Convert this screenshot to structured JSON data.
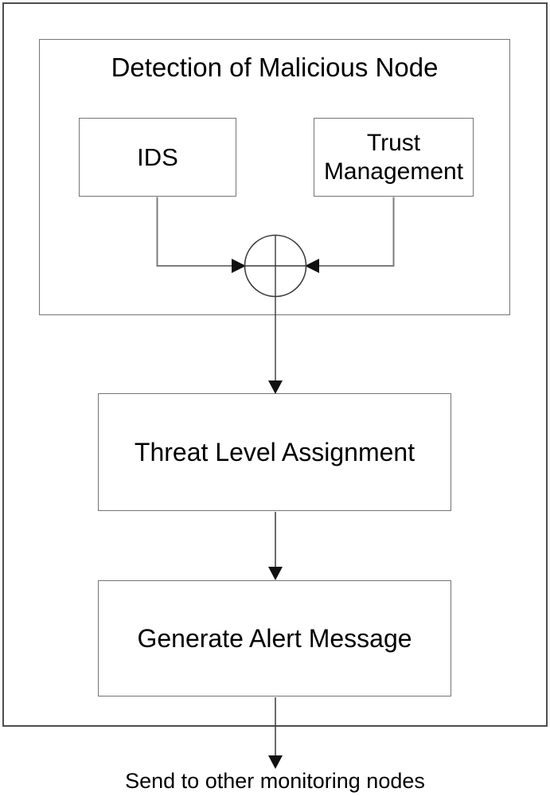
{
  "diagram": {
    "title": "Detection of Malicious Node",
    "nodes": {
      "ids": {
        "label": "IDS"
      },
      "trust": {
        "label": "Trust Management"
      },
      "threat": {
        "label": "Threat Level Assignment"
      },
      "generate": {
        "label": "Generate Alert Message"
      }
    },
    "junction": {
      "icon": "sum-junction-icon"
    },
    "output_label": "Send to other monitoring nodes"
  },
  "colors": {
    "background": "#ffffff",
    "outer_border": "#4d4d4d",
    "box_border": "#757575",
    "connector_line": "#7d7d7d",
    "dark_stroke": "#3a3a3a",
    "arrowhead": "#111111",
    "text": "#000000"
  }
}
